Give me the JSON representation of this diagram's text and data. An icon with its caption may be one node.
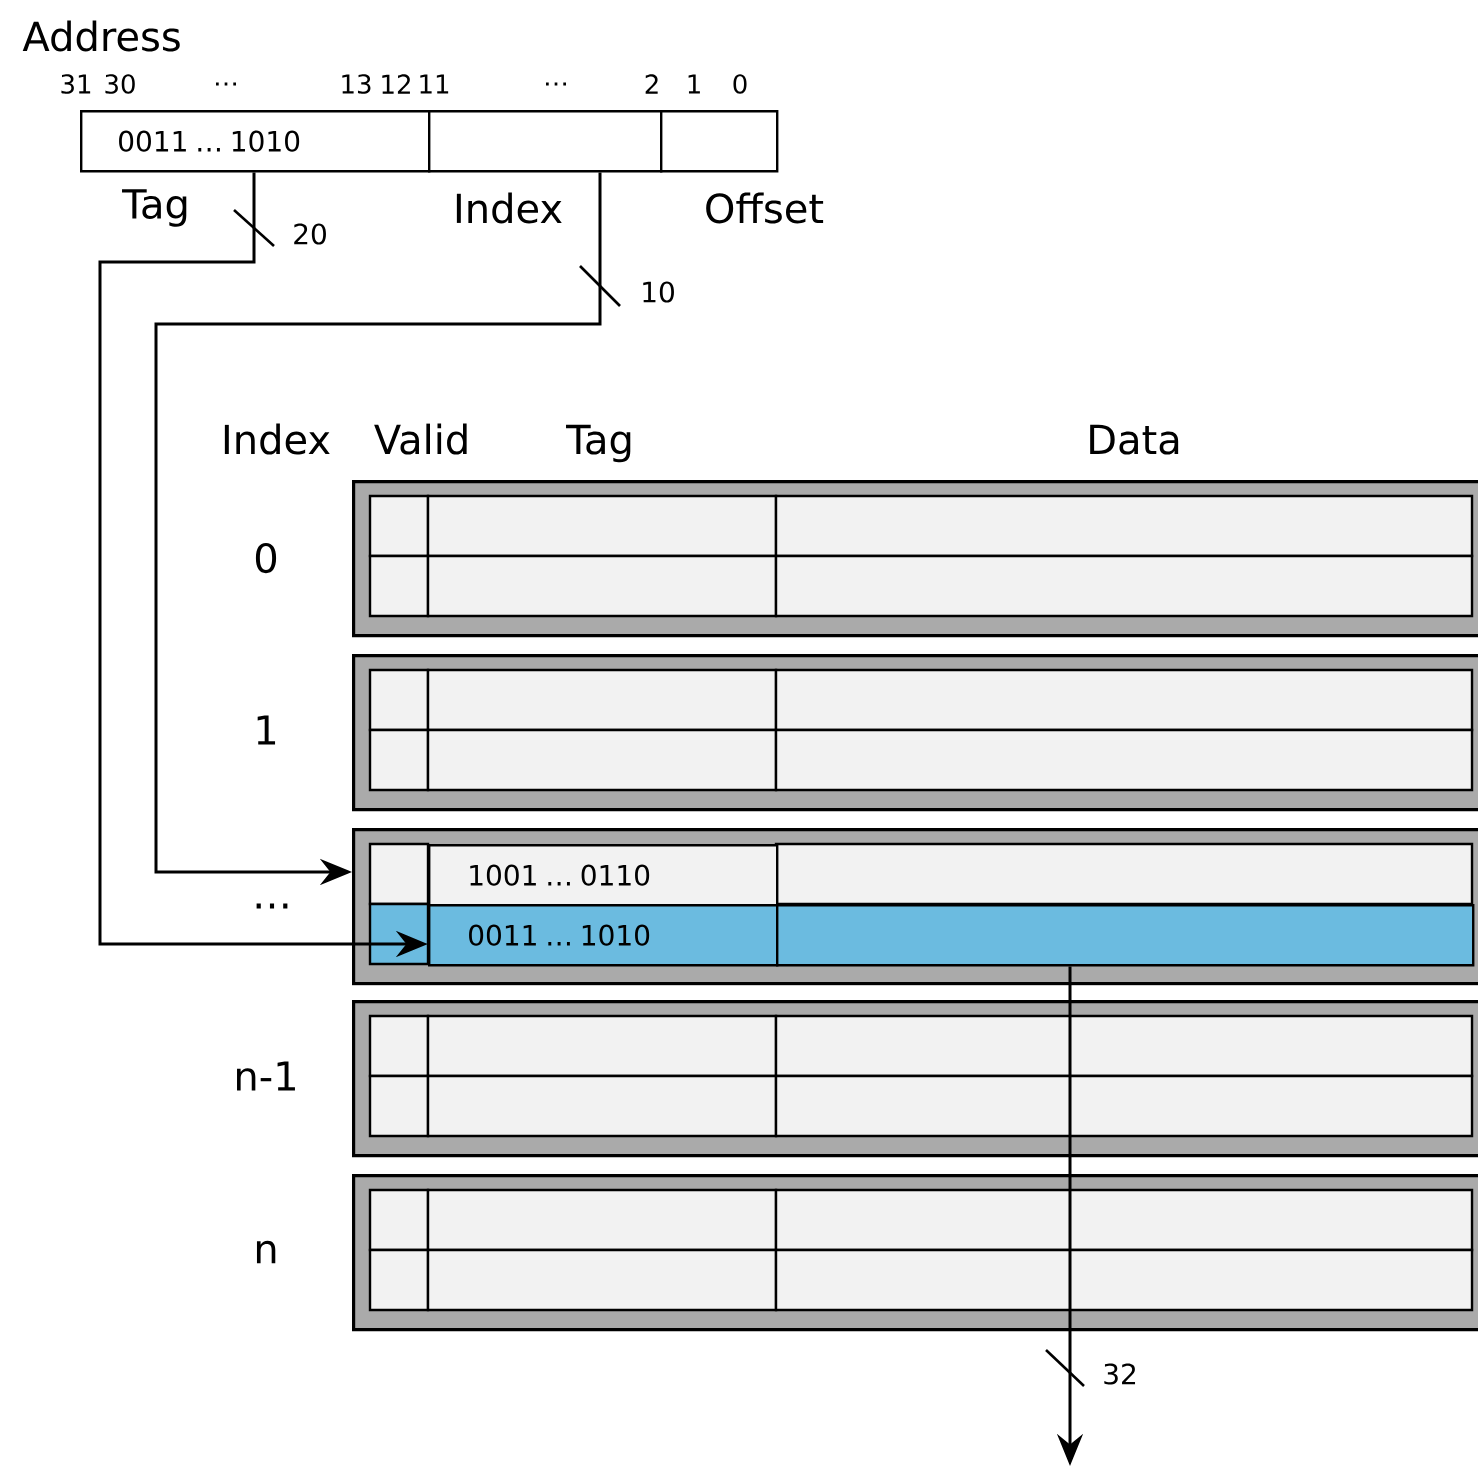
{
  "diagram": {
    "nodes": [
      {
        "text": [
          "0011 … 1010"
        ],
        "beside": [
          "Tag"
        ]
      },
      {
        "text": [],
        "shape": "box",
        "beside": [
          "Index"
        ]
      },
      {
        "text": [],
        "shape": "box",
        "beside": [
          "Offset"
        ]
      },
      {
        "text": [],
        "shape": "box",
        "beside": [
          "0"
        ]
      },
      {
        "text": [],
        "shape": "box",
        "beside": [
          "1"
        ]
      },
      {
        "text": [],
        "shape": "box",
        "beside": [
          "…"
        ]
      },
      {
        "text": [],
        "shape": "box",
        "beside": [
          "n-1"
        ]
      },
      {
        "text": [],
        "shape": "box",
        "beside": [
          "n"
        ]
      },
      {
        "text": [
          "1001 … 0110"
        ],
        "in": 5
      },
      {
        "text": [
          "0011 … 1010"
        ],
        "in": 5
      },
      {
        "text": [],
        "shape": "box",
        "in": 5
      }
    ],
    "edges": [
      {
        "from": 1,
        "to": 5,
        "arrow": "to",
        "label": "10"
      },
      {
        "from": 0,
        "to": 9,
        "arrow": "to",
        "label": "20"
      },
      {
        "from": 10,
        "to": null,
        "arrow": "to",
        "label": "32"
      }
    ],
    "labels": [
      "Address",
      "31",
      "30",
      "…",
      "13",
      "12",
      "11",
      "…",
      "2",
      "1",
      "0",
      "Index",
      "Valid",
      "Tag",
      "Data"
    ]
  }
}
